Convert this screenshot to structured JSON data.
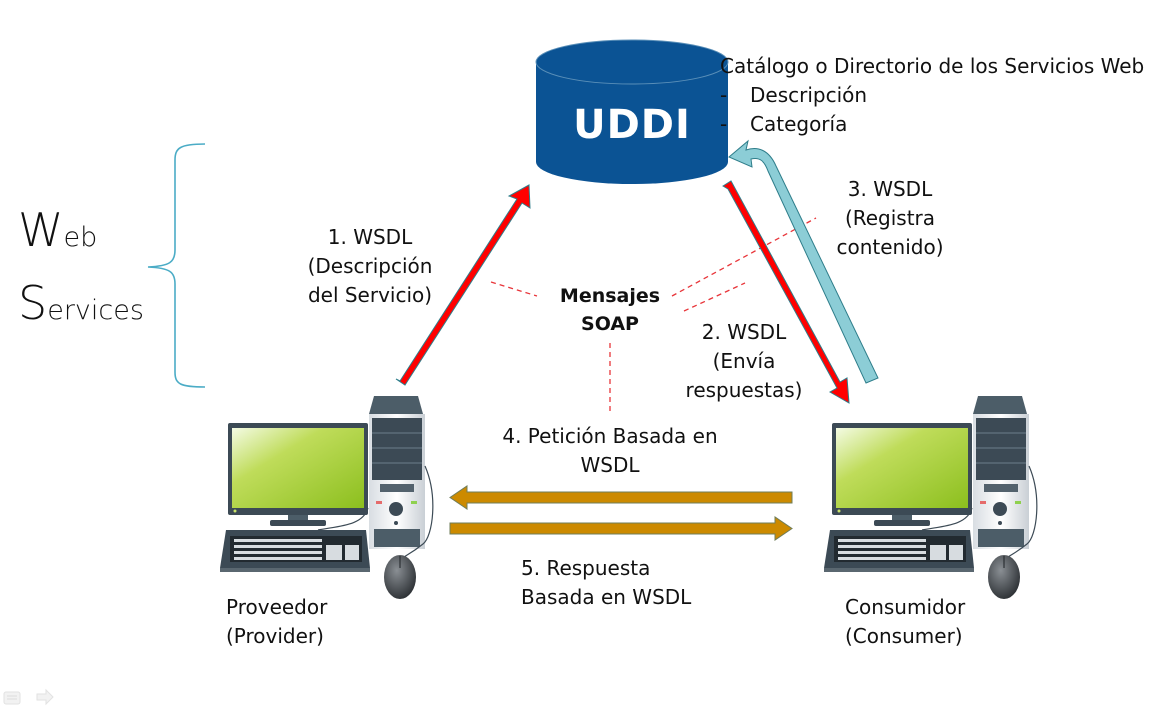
{
  "title": {
    "line1_initial": "W",
    "line1_rest": "eb",
    "line2_initial": "S",
    "line2_rest": "ervices"
  },
  "uddi": {
    "label": "UDDI",
    "color": "#0b5394"
  },
  "catalog": {
    "heading": "Catálogo o Directorio de los Servicios Web",
    "items": [
      {
        "bullet": "-",
        "text": "Descripción"
      },
      {
        "bullet": "-",
        "text": "Categoría"
      }
    ]
  },
  "steps": {
    "step1": {
      "line1": "1. WSDL",
      "line2": "(Descripción",
      "line3": "del Servicio)"
    },
    "step2": {
      "line1": "2. WSDL",
      "line2": "(Envía",
      "line3": "respuestas)"
    },
    "step3": {
      "line1": "3. WSDL",
      "line2": "(Registra",
      "line3": "contenido)"
    },
    "step4": {
      "line1": "4. Petición Basada en",
      "line2": "WSDL"
    },
    "step5": {
      "line1": "5. Respuesta",
      "line2": "Basada en WSDL"
    }
  },
  "soap": {
    "line1": "Mensajes",
    "line2": "SOAP"
  },
  "nodes": {
    "provider": {
      "line1": "Proveedor",
      "line2": "(Provider)"
    },
    "consumer": {
      "line1": "Consumidor",
      "line2": "(Consumer)"
    }
  },
  "colors": {
    "red_arrow": "#ff0000",
    "teal_arrow": "#8ccdd6",
    "gold_arrow": "#cc8a00",
    "brace": "#4bacc6",
    "dashed": "#e8353a"
  },
  "slideshow_controls": [
    {
      "icon": "menu-icon"
    },
    {
      "icon": "next-arrow-icon"
    }
  ]
}
